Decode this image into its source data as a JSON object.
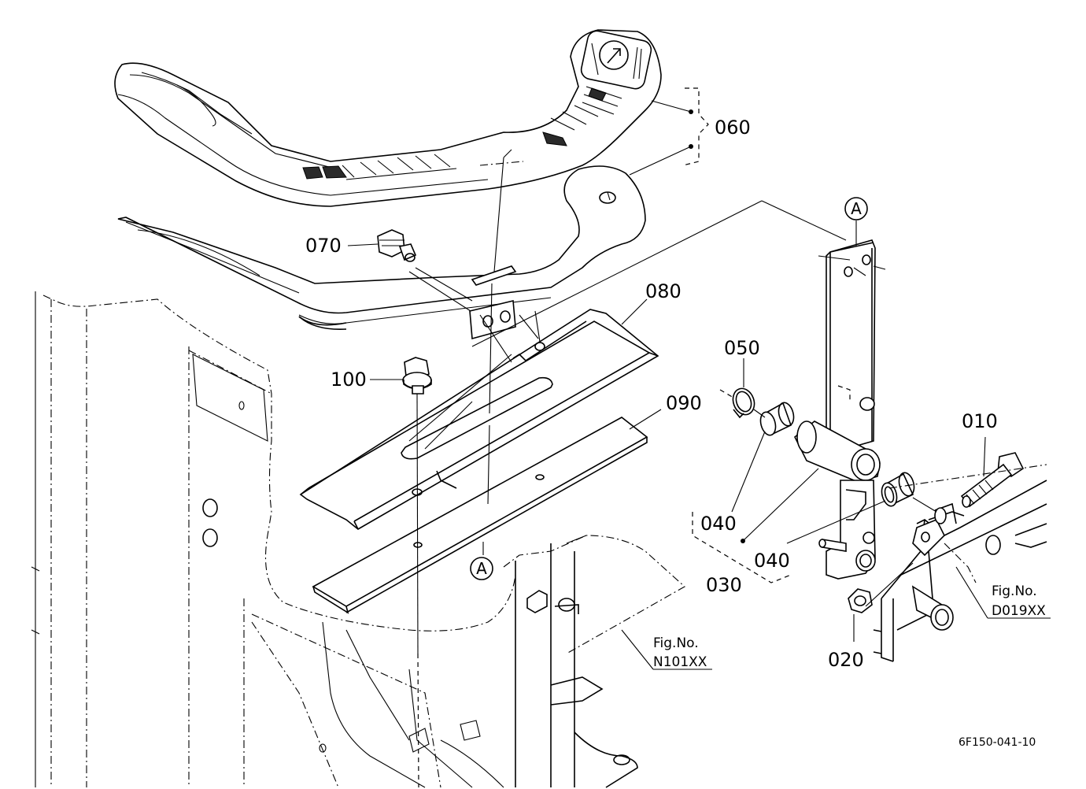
{
  "parts": [
    {
      "id": "p010",
      "label": "010"
    },
    {
      "id": "p020",
      "label": "020"
    },
    {
      "id": "p030",
      "label": "030"
    },
    {
      "id": "p040a",
      "label": "040"
    },
    {
      "id": "p040b",
      "label": "040"
    },
    {
      "id": "p050",
      "label": "050"
    },
    {
      "id": "p060",
      "label": "060"
    },
    {
      "id": "p070",
      "label": "070"
    },
    {
      "id": "p080",
      "label": "080"
    },
    {
      "id": "p090",
      "label": "090"
    },
    {
      "id": "p100",
      "label": "100"
    }
  ],
  "callouts": [
    {
      "id": "a_top",
      "letter": "A"
    },
    {
      "id": "a_bottom",
      "letter": "A"
    }
  ],
  "figure_refs": [
    {
      "id": "n101",
      "line1": "Fig.No.",
      "line2": "N101XX"
    },
    {
      "id": "d019",
      "line1": "Fig.No.",
      "line2": "D019XX"
    }
  ],
  "drawing_number": "6F150-041-10"
}
